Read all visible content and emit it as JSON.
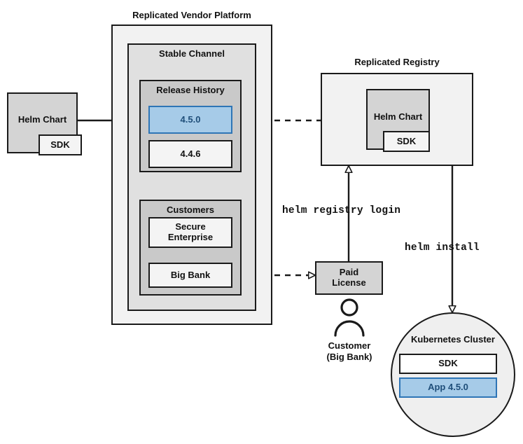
{
  "diagram": {
    "title_platform": "Replicated Vendor Platform",
    "title_registry": "Replicated Registry",
    "sections": {
      "stable_channel": "Stable Channel",
      "release_history": "Release History",
      "customers": "Customers"
    },
    "nodes": {
      "helm_chart_left": "Helm Chart",
      "sdk_left": "SDK",
      "release_current": "4.5.0",
      "release_previous": "4.4.6",
      "customer_secure_enterprise": "Secure\nEnterprise",
      "customer_secure_enterprise_line1": "Secure",
      "customer_secure_enterprise_line2": "Enterprise",
      "customer_big_bank": "Big Bank",
      "helm_chart_registry": "Helm Chart",
      "sdk_registry": "SDK",
      "paid_license_line1": "Paid",
      "paid_license_line2": "License",
      "customer_person_line1": "Customer",
      "customer_person_line2": "(Big Bank)",
      "kubernetes_cluster": "Kubernetes Cluster",
      "cluster_sdk": "SDK",
      "cluster_app": "App 4.5.0"
    },
    "edges": {
      "helm_registry_login": "helm registry login",
      "helm_install": "helm install"
    },
    "colors": {
      "accent_blue_fill": "#A6CBE8",
      "accent_blue_border": "#2E75B6",
      "accent_blue_text": "#1F4E79",
      "stroke": "#1a1a1a",
      "platform_bg": "#F2F2F2",
      "channel_bg": "#E0E0E0",
      "group_bg": "#C9C9C9",
      "node_bg": "#F4F4F4",
      "chart_bg": "#D4D4D4"
    }
  }
}
